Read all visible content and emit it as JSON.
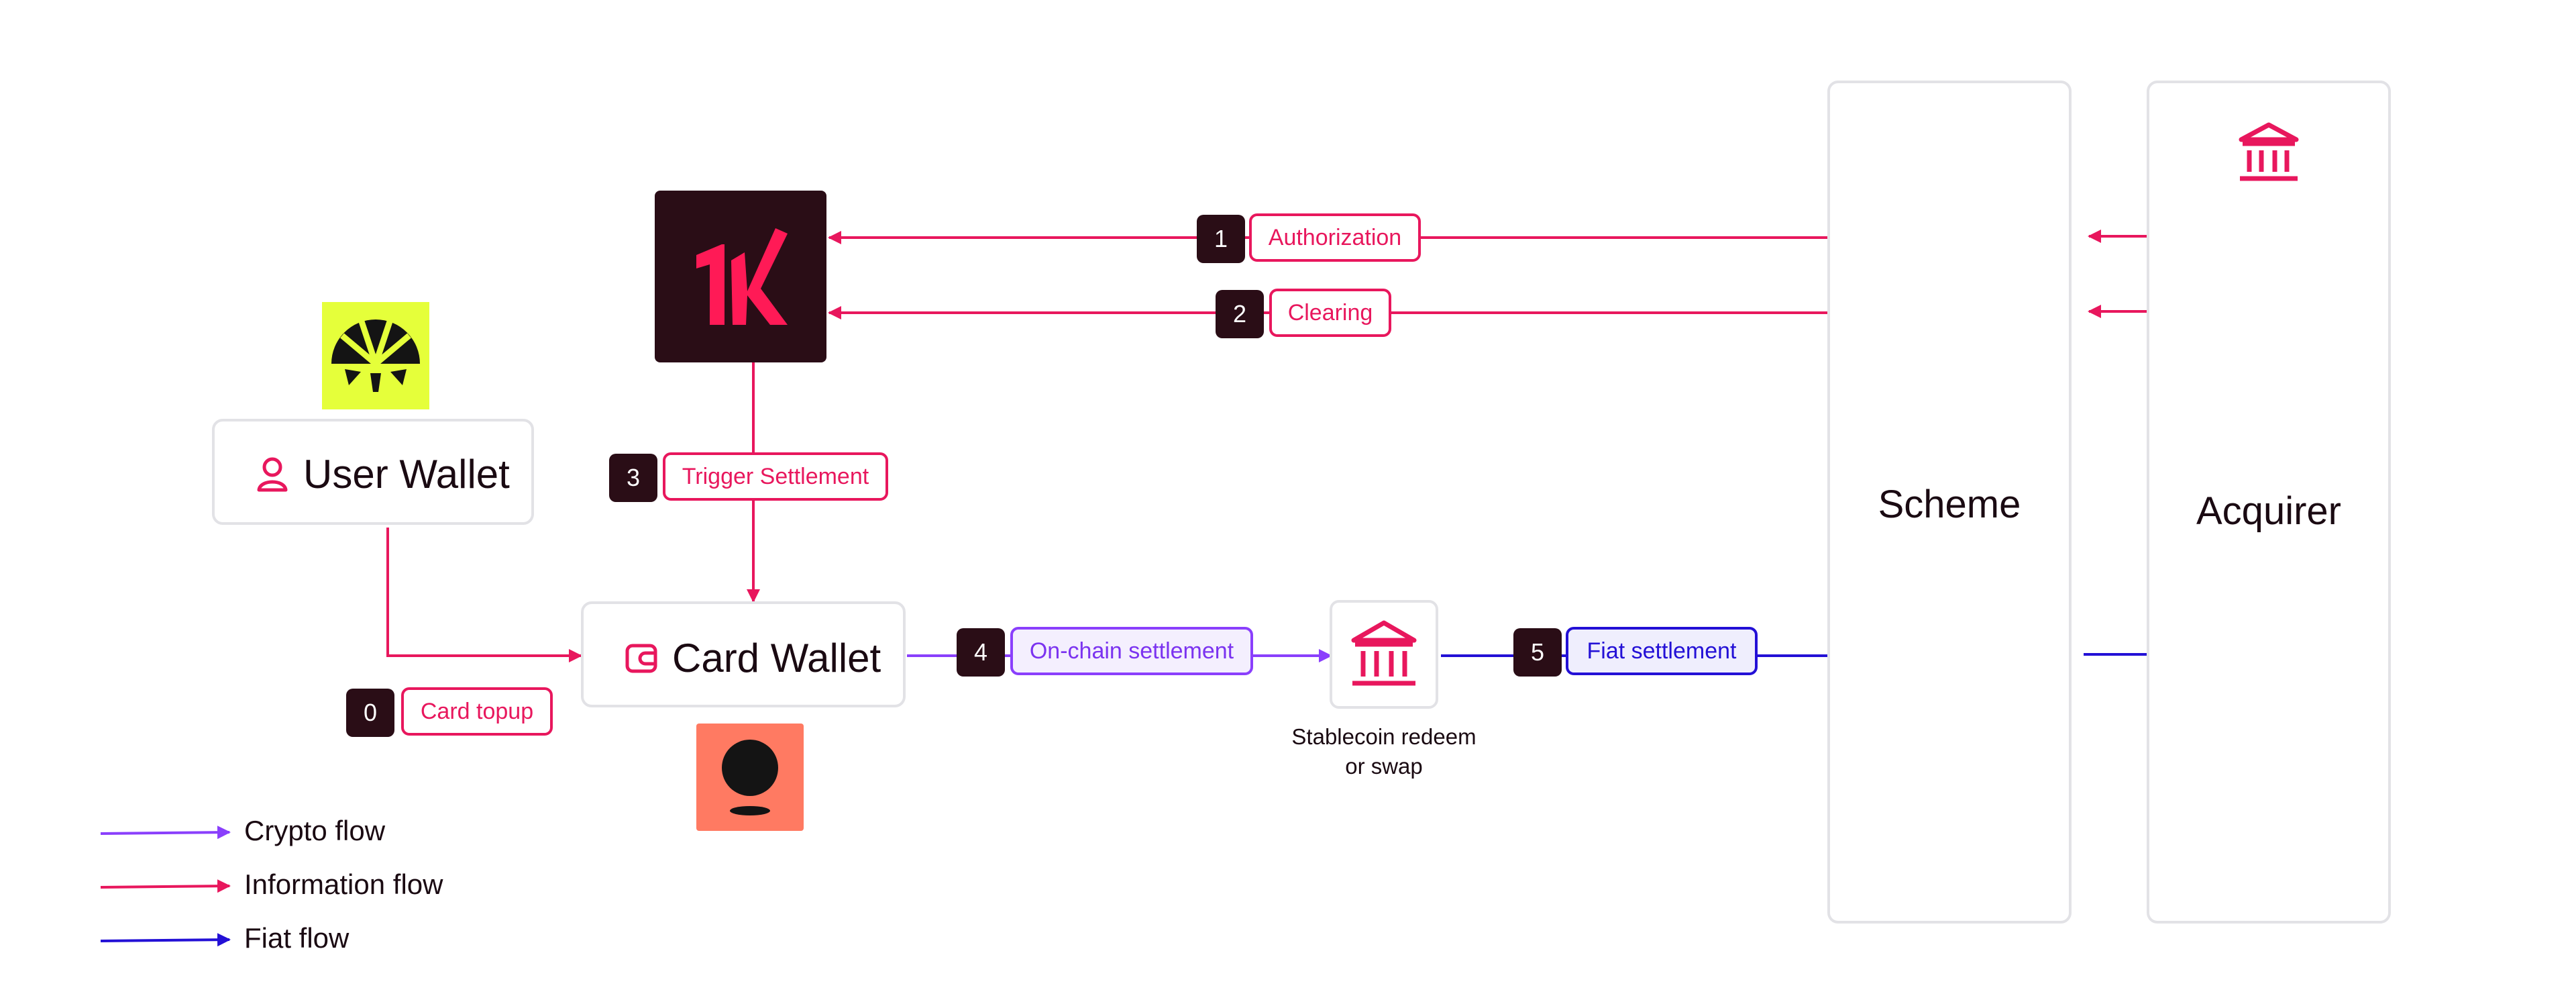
{
  "colors": {
    "information": "#e8175d",
    "crypto": "#8a3ffc",
    "fiat": "#2310d6",
    "dark": "#2a0d16",
    "brand_pink": "#ff1a56",
    "lime": "#e5ff3a",
    "coral": "#ff7a62"
  },
  "nodes": {
    "user_wallet": {
      "label": "User Wallet",
      "icon": "user-icon"
    },
    "card_wallet": {
      "label": "Card Wallet",
      "icon": "wallet-icon"
    },
    "scheme": {
      "label": "Scheme"
    },
    "acquirer": {
      "label": "Acquirer",
      "icon": "bank-icon"
    },
    "bank": {
      "icon": "bank-icon",
      "caption_line1": "Stablecoin redeem",
      "caption_line2": "or swap"
    },
    "logos": {
      "kulipa": "kulipa-logo-icon",
      "top_left": "fan-logo-icon",
      "bottom": "ball-logo-icon"
    }
  },
  "steps": [
    {
      "number": "0",
      "label": "Card topup",
      "flow": "information"
    },
    {
      "number": "1",
      "label": "Authorization",
      "flow": "information"
    },
    {
      "number": "2",
      "label": "Clearing",
      "flow": "information"
    },
    {
      "number": "3",
      "label": "Trigger Settlement",
      "flow": "information"
    },
    {
      "number": "4",
      "label": "On-chain settlement",
      "flow": "crypto"
    },
    {
      "number": "5",
      "label": "Fiat settlement",
      "flow": "fiat"
    }
  ],
  "legend": [
    {
      "label": "Crypto flow",
      "flow": "crypto"
    },
    {
      "label": "Information flow",
      "flow": "information"
    },
    {
      "label": "Fiat flow",
      "flow": "fiat"
    }
  ]
}
